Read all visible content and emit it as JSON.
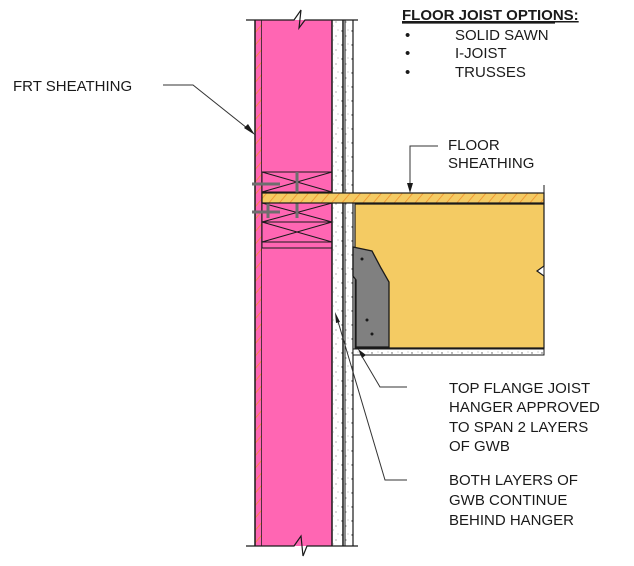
{
  "colors": {
    "insulation": "#ff66b3",
    "lumber": "#f4cb63",
    "sheathing_hatch": "#f28c28",
    "hanger": "#808080",
    "line": "#1a1a1a",
    "gwb": "#ffffff"
  },
  "legend": {
    "title": "FLOOR JOIST OPTIONS:",
    "bullet": "•",
    "items": [
      "SOLID SAWN",
      "I-JOIST",
      "TRUSSES"
    ]
  },
  "labels": {
    "frt_sheathing": "FRT SHEATHING",
    "floor_sheathing": [
      "FLOOR",
      "SHEATHING"
    ],
    "hanger": [
      "TOP FLANGE JOIST",
      "HANGER APPROVED",
      "TO SPAN 2 LAYERS",
      "OF GWB"
    ],
    "gwb": [
      "BOTH LAYERS OF",
      "GWB CONTINUE",
      "BEHIND HANGER"
    ]
  }
}
